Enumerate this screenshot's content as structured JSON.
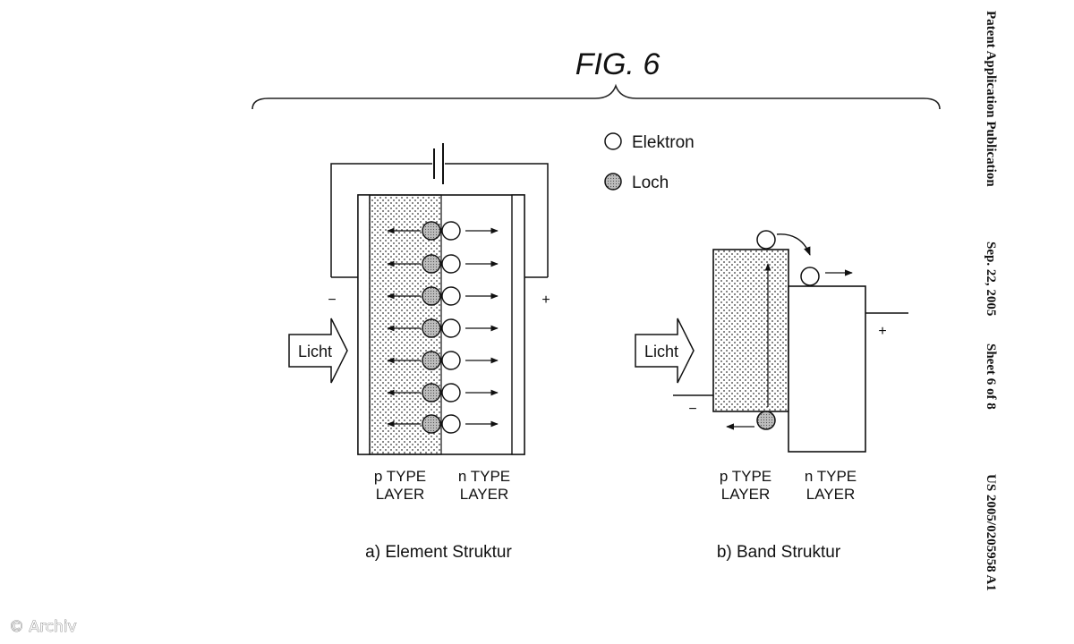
{
  "figure": {
    "title": "FIG. 6",
    "legend": {
      "electron_label": "Elektron",
      "hole_label": "Loch"
    },
    "panel_a": {
      "light_label": "Licht",
      "minus_label": "−",
      "plus_label": "+",
      "p_layer_label_1": "p TYPE",
      "p_layer_label_2": "LAYER",
      "n_layer_label_1": "n TYPE",
      "n_layer_label_2": "LAYER",
      "caption": "a) Element Struktur"
    },
    "panel_b": {
      "light_label": "Licht",
      "minus_label": "−",
      "plus_label": "+",
      "p_layer_label_1": "p TYPE",
      "p_layer_label_2": "LAYER",
      "n_layer_label_1": "n TYPE",
      "n_layer_label_2": "LAYER",
      "caption": "b) Band Struktur"
    }
  },
  "sidebar": {
    "publication": "Patent Application Publication",
    "date": "Sep. 22, 2005",
    "sheet": "Sheet 6 of 8",
    "number": "US 2005/0205958 A1"
  },
  "credit": "© Archiv"
}
